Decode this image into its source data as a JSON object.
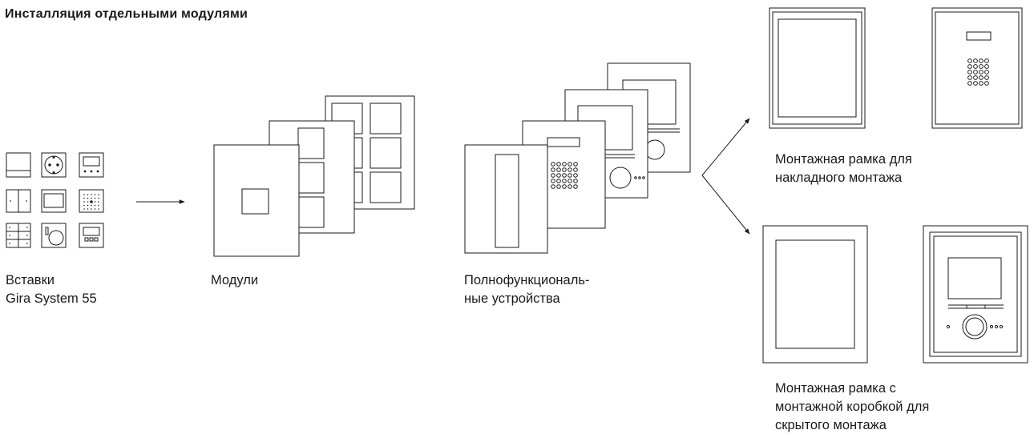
{
  "title": "Инсталляция отдельными модулями",
  "captions": {
    "inserts": "Вставки\nGira System 55",
    "modules": "Модули",
    "devices": "Полнофункциональ-\nные устройства",
    "surface_frame": "Монтажная рамка для\nнакладного монтажа",
    "flush_frame": "Монтажная рамка с\nмонтажной коробкой для\nскрытого монтажа"
  }
}
